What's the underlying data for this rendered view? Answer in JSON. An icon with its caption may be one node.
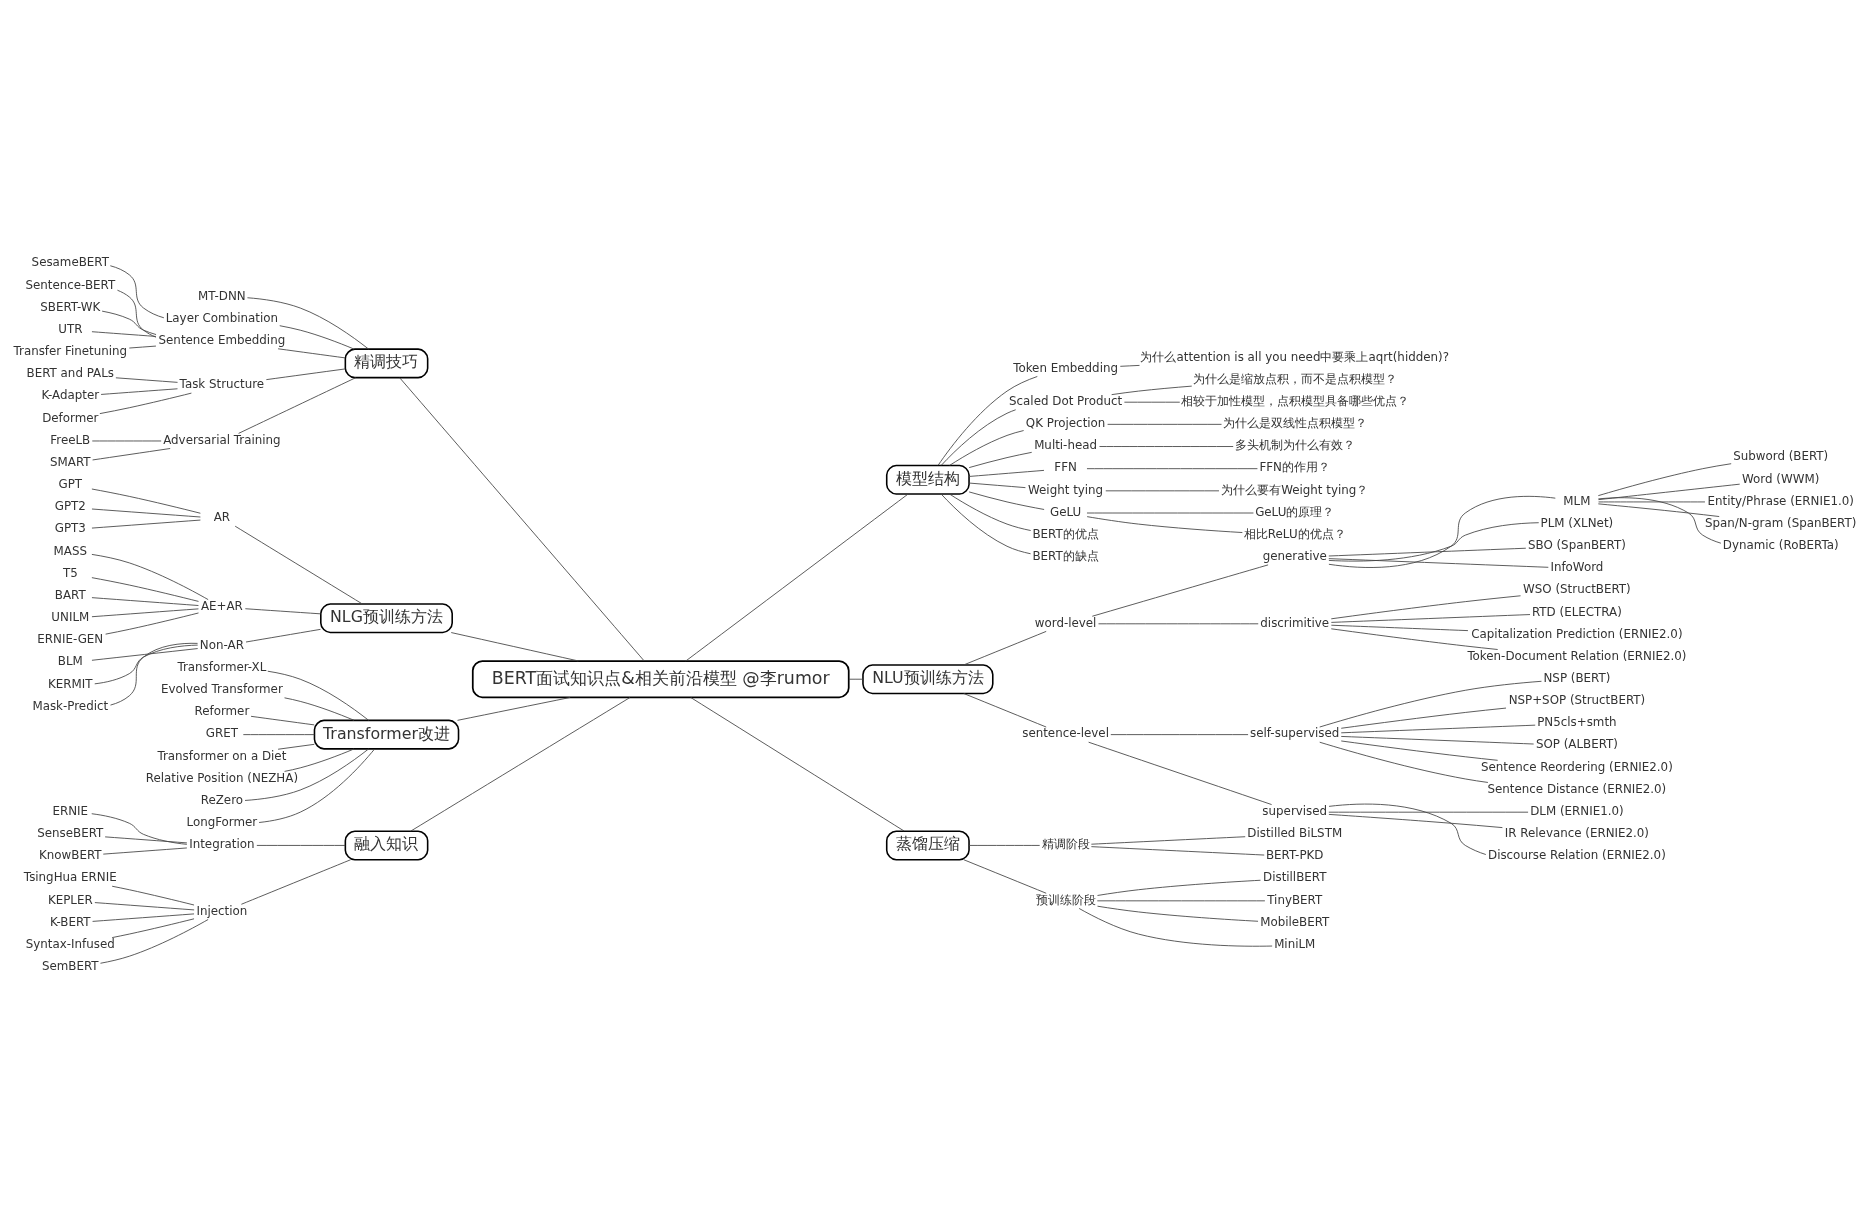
{
  "diagram": {
    "nodes": [
      {
        "text": [
          "BERT面试知识点&相关前沿模型 @李rumor"
        ]
      },
      {
        "text": [
          "模型结构"
        ]
      },
      {
        "text": [
          "Token Embedding"
        ]
      },
      {
        "text": [
          "为什么attention is all you need中要乘上aqrt(hidden)?"
        ]
      },
      {
        "text": [
          "Scaled Dot Product"
        ]
      },
      {
        "text": [
          "为什么是缩放点积，而不是点积模型？"
        ]
      },
      {
        "text": [
          "相较于加性模型，点积模型具备哪些优点？"
        ]
      },
      {
        "text": [
          "QK Projection"
        ]
      },
      {
        "text": [
          "为什么是双线性点积模型？"
        ]
      },
      {
        "text": [
          "Multi-head"
        ]
      },
      {
        "text": [
          "多头机制为什么有效？"
        ]
      },
      {
        "text": [
          "FFN"
        ]
      },
      {
        "text": [
          "FFN的作用？"
        ]
      },
      {
        "text": [
          "Weight tying"
        ]
      },
      {
        "text": [
          "为什么要有Weight tying？"
        ]
      },
      {
        "text": [
          "GeLU"
        ]
      },
      {
        "text": [
          "GeLU的原理？"
        ]
      },
      {
        "text": [
          "相比ReLU的优点？"
        ]
      },
      {
        "text": [
          "BERT的优点"
        ]
      },
      {
        "text": [
          "BERT的缺点"
        ]
      },
      {
        "text": [
          "NLU预训练方法"
        ]
      },
      {
        "text": [
          "word-level"
        ]
      },
      {
        "text": [
          "generative"
        ]
      },
      {
        "text": [
          "MLM"
        ]
      },
      {
        "text": [
          "Subword (BERT)"
        ]
      },
      {
        "text": [
          "Word (WWM)"
        ]
      },
      {
        "text": [
          "Entity/Phrase (ERNIE1.0)"
        ]
      },
      {
        "text": [
          "Span/N-gram (SpanBERT)"
        ]
      },
      {
        "text": [
          "Dynamic (RoBERTa)"
        ]
      },
      {
        "text": [
          "PLM (XLNet)"
        ]
      },
      {
        "text": [
          "SBO (SpanBERT)"
        ]
      },
      {
        "text": [
          "InfoWord"
        ]
      },
      {
        "text": [
          "discrimitive"
        ]
      },
      {
        "text": [
          "WSO (StructBERT)"
        ]
      },
      {
        "text": [
          "RTD (ELECTRA)"
        ]
      },
      {
        "text": [
          "Capitalization Prediction (ERNIE2.0)"
        ]
      },
      {
        "text": [
          "Token-Document Relation (ERNIE2.0)"
        ]
      },
      {
        "text": [
          "sentence-level"
        ]
      },
      {
        "text": [
          "self-supervised"
        ]
      },
      {
        "text": [
          "NSP (BERT)"
        ]
      },
      {
        "text": [
          "NSP+SOP (StructBERT)"
        ]
      },
      {
        "text": [
          "PN5cls+smth"
        ]
      },
      {
        "text": [
          "SOP (ALBERT)"
        ]
      },
      {
        "text": [
          "Sentence Reordering (ERNIE2.0)"
        ]
      },
      {
        "text": [
          "Sentence Distance (ERNIE2.0)"
        ]
      },
      {
        "text": [
          "supervised"
        ]
      },
      {
        "text": [
          "DLM (ERNIE1.0)"
        ]
      },
      {
        "text": [
          "IR Relevance (ERNIE2.0)"
        ]
      },
      {
        "text": [
          "Discourse Relation (ERNIE2.0)"
        ]
      },
      {
        "text": [
          "蒸馏压缩"
        ]
      },
      {
        "text": [
          "精调阶段"
        ]
      },
      {
        "text": [
          "Distilled BiLSTM"
        ]
      },
      {
        "text": [
          "BERT-PKD"
        ]
      },
      {
        "text": [
          "预训练阶段"
        ]
      },
      {
        "text": [
          "DistillBERT"
        ]
      },
      {
        "text": [
          "TinyBERT"
        ]
      },
      {
        "text": [
          "MobileBERT"
        ]
      },
      {
        "text": [
          "MiniLM"
        ]
      },
      {
        "text": [
          "精调技巧"
        ]
      },
      {
        "text": [
          "MT-DNN"
        ]
      },
      {
        "text": [
          "Layer Combination"
        ]
      },
      {
        "text": [
          "SesameBERT"
        ]
      },
      {
        "text": [
          "Sentence Embedding"
        ]
      },
      {
        "text": [
          "Sentence-BERT"
        ]
      },
      {
        "text": [
          "SBERT-WK"
        ]
      },
      {
        "text": [
          "UTR"
        ]
      },
      {
        "text": [
          "Transfer Finetuning"
        ]
      },
      {
        "text": [
          "Task Structure"
        ]
      },
      {
        "text": [
          "BERT and PALs"
        ]
      },
      {
        "text": [
          "K-Adapter"
        ]
      },
      {
        "text": [
          "Deformer"
        ]
      },
      {
        "text": [
          "Adversarial Training"
        ]
      },
      {
        "text": [
          "FreeLB"
        ]
      },
      {
        "text": [
          "SMART"
        ]
      },
      {
        "text": [
          "NLG预训练方法"
        ]
      },
      {
        "text": [
          "AR"
        ]
      },
      {
        "text": [
          "GPT"
        ]
      },
      {
        "text": [
          "GPT2"
        ]
      },
      {
        "text": [
          "GPT3"
        ]
      },
      {
        "text": [
          "AE+AR"
        ]
      },
      {
        "text": [
          "MASS"
        ]
      },
      {
        "text": [
          "T5"
        ]
      },
      {
        "text": [
          "BART"
        ]
      },
      {
        "text": [
          "UNILM"
        ]
      },
      {
        "text": [
          "ERNIE-GEN"
        ]
      },
      {
        "text": [
          "Non-AR"
        ]
      },
      {
        "text": [
          "BLM"
        ]
      },
      {
        "text": [
          "KERMIT"
        ]
      },
      {
        "text": [
          "Mask-Predict"
        ]
      },
      {
        "text": [
          "Transformer改进"
        ]
      },
      {
        "text": [
          "Transformer-XL"
        ]
      },
      {
        "text": [
          "Evolved Transformer"
        ]
      },
      {
        "text": [
          "Reformer"
        ]
      },
      {
        "text": [
          "GRET"
        ]
      },
      {
        "text": [
          "Transformer on a Diet"
        ]
      },
      {
        "text": [
          "Relative Position (NEZHA)"
        ]
      },
      {
        "text": [
          "ReZero"
        ]
      },
      {
        "text": [
          "LongFormer"
        ]
      },
      {
        "text": [
          "融入知识"
        ]
      },
      {
        "text": [
          "Integration"
        ]
      },
      {
        "text": [
          "ERNIE"
        ]
      },
      {
        "text": [
          "SenseBERT"
        ]
      },
      {
        "text": [
          "KnowBERT"
        ]
      },
      {
        "text": [
          "Injection"
        ]
      },
      {
        "text": [
          "TsingHua ERNIE"
        ]
      },
      {
        "text": [
          "KEPLER"
        ]
      },
      {
        "text": [
          "K-BERT"
        ]
      },
      {
        "text": [
          "Syntax-Infused"
        ]
      },
      {
        "text": [
          "SemBERT"
        ]
      }
    ],
    "edges": [
      {
        "from": 0,
        "to": 1,
        "arrow": "none"
      },
      {
        "from": 1,
        "to": 2,
        "arrow": "none"
      },
      {
        "from": 2,
        "to": 3,
        "arrow": "none"
      },
      {
        "from": 1,
        "to": 4,
        "arrow": "none"
      },
      {
        "from": 4,
        "to": 5,
        "arrow": "none"
      },
      {
        "from": 4,
        "to": 6,
        "arrow": "none"
      },
      {
        "from": 1,
        "to": 7,
        "arrow": "none"
      },
      {
        "from": 7,
        "to": 8,
        "arrow": "none"
      },
      {
        "from": 1,
        "to": 9,
        "arrow": "none"
      },
      {
        "from": 9,
        "to": 10,
        "arrow": "none"
      },
      {
        "from": 1,
        "to": 11,
        "arrow": "none"
      },
      {
        "from": 11,
        "to": 12,
        "arrow": "none"
      },
      {
        "from": 1,
        "to": 13,
        "arrow": "none"
      },
      {
        "from": 13,
        "to": 14,
        "arrow": "none"
      },
      {
        "from": 1,
        "to": 15,
        "arrow": "none"
      },
      {
        "from": 15,
        "to": 16,
        "arrow": "none"
      },
      {
        "from": 15,
        "to": 17,
        "arrow": "none"
      },
      {
        "from": 1,
        "to": 18,
        "arrow": "none"
      },
      {
        "from": 1,
        "to": 19,
        "arrow": "none"
      },
      {
        "from": 0,
        "to": 20,
        "arrow": "none"
      },
      {
        "from": 20,
        "to": 21,
        "arrow": "none"
      },
      {
        "from": 21,
        "to": 22,
        "arrow": "none"
      },
      {
        "from": 22,
        "to": 23,
        "arrow": "none"
      },
      {
        "from": 23,
        "to": 24,
        "arrow": "none"
      },
      {
        "from": 23,
        "to": 25,
        "arrow": "none"
      },
      {
        "from": 23,
        "to": 26,
        "arrow": "none"
      },
      {
        "from": 23,
        "to": 27,
        "arrow": "none"
      },
      {
        "from": 23,
        "to": 28,
        "arrow": "none"
      },
      {
        "from": 22,
        "to": 29,
        "arrow": "none"
      },
      {
        "from": 22,
        "to": 30,
        "arrow": "none"
      },
      {
        "from": 22,
        "to": 31,
        "arrow": "none"
      },
      {
        "from": 21,
        "to": 32,
        "arrow": "none"
      },
      {
        "from": 32,
        "to": 33,
        "arrow": "none"
      },
      {
        "from": 32,
        "to": 34,
        "arrow": "none"
      },
      {
        "from": 32,
        "to": 35,
        "arrow": "none"
      },
      {
        "from": 32,
        "to": 36,
        "arrow": "none"
      },
      {
        "from": 20,
        "to": 37,
        "arrow": "none"
      },
      {
        "from": 37,
        "to": 38,
        "arrow": "none"
      },
      {
        "from": 38,
        "to": 39,
        "arrow": "none"
      },
      {
        "from": 38,
        "to": 40,
        "arrow": "none"
      },
      {
        "from": 38,
        "to": 41,
        "arrow": "none"
      },
      {
        "from": 38,
        "to": 42,
        "arrow": "none"
      },
      {
        "from": 38,
        "to": 43,
        "arrow": "none"
      },
      {
        "from": 38,
        "to": 44,
        "arrow": "none"
      },
      {
        "from": 37,
        "to": 45,
        "arrow": "none"
      },
      {
        "from": 45,
        "to": 46,
        "arrow": "none"
      },
      {
        "from": 45,
        "to": 47,
        "arrow": "none"
      },
      {
        "from": 45,
        "to": 48,
        "arrow": "none"
      },
      {
        "from": 0,
        "to": 49,
        "arrow": "none"
      },
      {
        "from": 49,
        "to": 50,
        "arrow": "none"
      },
      {
        "from": 50,
        "to": 51,
        "arrow": "none"
      },
      {
        "from": 50,
        "to": 52,
        "arrow": "none"
      },
      {
        "from": 49,
        "to": 53,
        "arrow": "none"
      },
      {
        "from": 53,
        "to": 54,
        "arrow": "none"
      },
      {
        "from": 53,
        "to": 55,
        "arrow": "none"
      },
      {
        "from": 53,
        "to": 56,
        "arrow": "none"
      },
      {
        "from": 53,
        "to": 57,
        "arrow": "none"
      },
      {
        "from": 0,
        "to": 58,
        "arrow": "none"
      },
      {
        "from": 58,
        "to": 59,
        "arrow": "none"
      },
      {
        "from": 58,
        "to": 60,
        "arrow": "none"
      },
      {
        "from": 60,
        "to": 61,
        "arrow": "none"
      },
      {
        "from": 58,
        "to": 62,
        "arrow": "none"
      },
      {
        "from": 62,
        "to": 63,
        "arrow": "none"
      },
      {
        "from": 62,
        "to": 64,
        "arrow": "none"
      },
      {
        "from": 62,
        "to": 65,
        "arrow": "none"
      },
      {
        "from": 62,
        "to": 66,
        "arrow": "none"
      },
      {
        "from": 58,
        "to": 67,
        "arrow": "none"
      },
      {
        "from": 67,
        "to": 68,
        "arrow": "none"
      },
      {
        "from": 67,
        "to": 69,
        "arrow": "none"
      },
      {
        "from": 67,
        "to": 70,
        "arrow": "none"
      },
      {
        "from": 58,
        "to": 71,
        "arrow": "none"
      },
      {
        "from": 71,
        "to": 72,
        "arrow": "none"
      },
      {
        "from": 71,
        "to": 73,
        "arrow": "none"
      },
      {
        "from": 0,
        "to": 74,
        "arrow": "none"
      },
      {
        "from": 74,
        "to": 75,
        "arrow": "none"
      },
      {
        "from": 75,
        "to": 76,
        "arrow": "none"
      },
      {
        "from": 75,
        "to": 77,
        "arrow": "none"
      },
      {
        "from": 75,
        "to": 78,
        "arrow": "none"
      },
      {
        "from": 74,
        "to": 79,
        "arrow": "none"
      },
      {
        "from": 79,
        "to": 80,
        "arrow": "none"
      },
      {
        "from": 79,
        "to": 81,
        "arrow": "none"
      },
      {
        "from": 79,
        "to": 82,
        "arrow": "none"
      },
      {
        "from": 79,
        "to": 83,
        "arrow": "none"
      },
      {
        "from": 79,
        "to": 84,
        "arrow": "none"
      },
      {
        "from": 74,
        "to": 85,
        "arrow": "none"
      },
      {
        "from": 85,
        "to": 86,
        "arrow": "none"
      },
      {
        "from": 85,
        "to": 87,
        "arrow": "none"
      },
      {
        "from": 85,
        "to": 88,
        "arrow": "none"
      },
      {
        "from": 0,
        "to": 89,
        "arrow": "none"
      },
      {
        "from": 89,
        "to": 90,
        "arrow": "none"
      },
      {
        "from": 89,
        "to": 91,
        "arrow": "none"
      },
      {
        "from": 89,
        "to": 92,
        "arrow": "none"
      },
      {
        "from": 89,
        "to": 93,
        "arrow": "none"
      },
      {
        "from": 89,
        "to": 94,
        "arrow": "none"
      },
      {
        "from": 89,
        "to": 95,
        "arrow": "none"
      },
      {
        "from": 89,
        "to": 96,
        "arrow": "none"
      },
      {
        "from": 89,
        "to": 97,
        "arrow": "none"
      },
      {
        "from": 0,
        "to": 98,
        "arrow": "none"
      },
      {
        "from": 98,
        "to": 99,
        "arrow": "none"
      },
      {
        "from": 99,
        "to": 100,
        "arrow": "none"
      },
      {
        "from": 99,
        "to": 101,
        "arrow": "none"
      },
      {
        "from": 99,
        "to": 102,
        "arrow": "none"
      },
      {
        "from": 98,
        "to": 103,
        "arrow": "none"
      },
      {
        "from": 103,
        "to": 104,
        "arrow": "none"
      },
      {
        "from": 103,
        "to": 105,
        "arrow": "none"
      },
      {
        "from": 103,
        "to": 106,
        "arrow": "none"
      },
      {
        "from": 103,
        "to": 107,
        "arrow": "none"
      },
      {
        "from": 103,
        "to": 108,
        "arrow": "none"
      }
    ]
  }
}
